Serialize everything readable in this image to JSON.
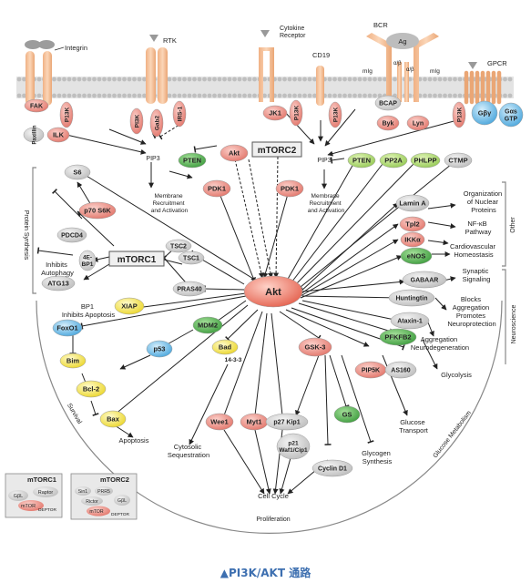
{
  "caption": "▲PI3K/AKT 通路",
  "receptors": {
    "integrin": "Integrin",
    "rtk": "RTK",
    "cytokine": [
      "Cytokine",
      "Receptor"
    ],
    "cd19": "CD19",
    "bcr": "BCR",
    "ag": "Ag",
    "mig_left": "mIg",
    "mig_right": "mIg",
    "ab_left": "α/β",
    "ab_right": "α/β",
    "gpcr": "GPCR"
  },
  "nodes": {
    "fak": "FAK",
    "p13k_integrin": "P13K",
    "paxillin": "Paxillin",
    "ilk": "ILK",
    "pi3k_rtk": "PI3K",
    "gab2": "Gab2",
    "irs1": "IRS-1",
    "jk1": "JK1",
    "p13k_cyto": "P13K",
    "p13k_cd19": "P13K",
    "bcap": "BCAP",
    "byk": "Byk",
    "lyn": "Lyn",
    "p13k_gpcr": "P13K",
    "gby": "Gβγ",
    "gas_gtp": [
      "Gαs",
      "GTP"
    ],
    "pip3_left": "PIP3",
    "pip3_right": "PIP3",
    "pten_left": "PTEN",
    "akt_top": "Akt",
    "mtorc2": "mTORC2",
    "pdk1_left": "PDK1",
    "pten_right": "PTEN",
    "pp2a": "PP2A",
    "phlpp": "PHLPP",
    "ctmp": "CTMP",
    "pdk1_right": "PDK1",
    "membrane_left": [
      "Membrane",
      "Recruitment",
      "and Activation"
    ],
    "membrane_right": [
      "Membrane",
      "Recruitment",
      "and Activation"
    ],
    "s6": "S6",
    "p70s6k": "p70 S6K",
    "pdcd4": "PDCD4",
    "ebp1": [
      "4E-",
      "BP1"
    ],
    "mtorc1": "mTORC1",
    "tsc2": "TSC2",
    "tsc1": "TSC1",
    "atg13": "ATG13",
    "pras40": "PRAS40",
    "akt_center": "Akt",
    "xiap": "XIAP",
    "foxo1": "FoxO1",
    "mdm2": "MDM2",
    "bim": "Bim",
    "p53": "p53",
    "bad": "Bad",
    "p1433": "14-3-3",
    "bcl2": "Bcl-2",
    "bax": "Bax",
    "wee1": "Wee1",
    "myt1": "Myt1",
    "p27": "p27 Kip1",
    "gsk3": "GSK-3",
    "p21": [
      "p21",
      "Waf1/Cip1"
    ],
    "cyclind1": "Cyclin D1",
    "gs": "GS",
    "pip5k": "PIP5K",
    "as160": "AS160",
    "pfkfb2": "PFKFB2",
    "lamina": "Lamin A",
    "tpl2": "Tpl2",
    "ikka": "IKKα",
    "enos": "eNOS",
    "gabaar": "GABAAR",
    "huntingtin": "Huntingtin",
    "ataxin": "Ataxin-1"
  },
  "labels": {
    "protein_synthesis": "Protein Synthesis",
    "inhibits_autophagy": [
      "Inhibits",
      "Autophagy"
    ],
    "bp1_apoptosis": [
      "BP1",
      "Inhibits Apoptosis"
    ],
    "apoptosis": "Apoptosis",
    "cytosolic": [
      "Cytosolic",
      "Sequestration"
    ],
    "cell_cycle": "Cell Cycle",
    "glycogen": [
      "Glycogen",
      "Synthesis"
    ],
    "glucose_transport": [
      "Glucose",
      "Transport"
    ],
    "glycolysis": "Glycolysis",
    "nuclear": [
      "Organization",
      "of Nuclear",
      "Proteins"
    ],
    "nfkb": [
      "NF-κB",
      "Pathway"
    ],
    "cardio": [
      "Cardiovascular",
      "Homeostasis"
    ],
    "synaptic": [
      "Synaptic",
      "Signaling"
    ],
    "blocks": [
      "Blocks",
      "Aggregation",
      "Promotes",
      "Neuroprotection"
    ],
    "aggregation": [
      "Aggregation",
      "Neurodegeneration"
    ],
    "other": "Other",
    "neuroscience": "Neuroscience",
    "glucose_metabolism": "Glucose Metabolism",
    "proliferation": "Proliferation",
    "survival": "Survival"
  },
  "legend_mtorc1": {
    "title": "mTORC1",
    "gbl": "GβL",
    "raptor": "Raptor",
    "mtor": "mTOR",
    "deptor": "DEPTOR"
  },
  "legend_mtorc2": {
    "title": "mTORC2",
    "sin1": "Sin1",
    "prr5": "PRR5",
    "rictor": "Rictor",
    "gbl": "GβL",
    "mtor": "mTOR",
    "deptor": "DEPTOR"
  },
  "colors": {
    "receptor": "#f5c49a",
    "salmon": "#ec8a80",
    "grey": "#d6d6d6",
    "green": "#5cb85c",
    "lightgreen": "#a9d86e",
    "yellow": "#f7ea4a",
    "blue": "#5db3e3",
    "akt": "#ef7a6c",
    "membrane": "#d9d9d9"
  }
}
